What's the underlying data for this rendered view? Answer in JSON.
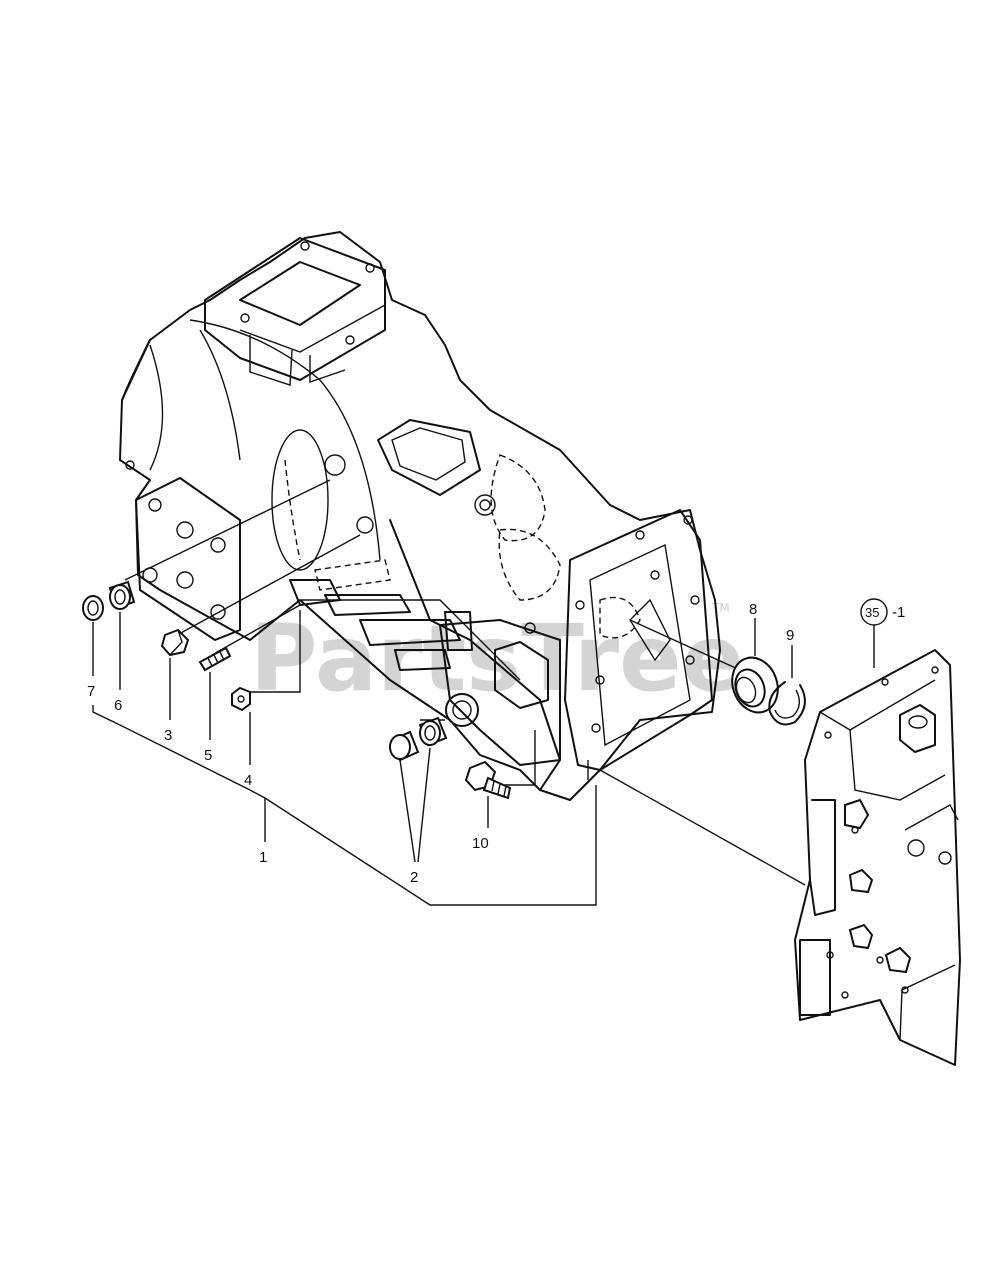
{
  "watermark": {
    "text": "PartsTree",
    "tm": "TM"
  },
  "callouts": {
    "c1": "1",
    "c2": "2",
    "c3": "3",
    "c4": "4",
    "c5": "5",
    "c6": "6",
    "c7": "7",
    "c8": "8",
    "c9": "9",
    "c10": "10",
    "ref_circle": "35",
    "ref_suffix": "-1"
  }
}
